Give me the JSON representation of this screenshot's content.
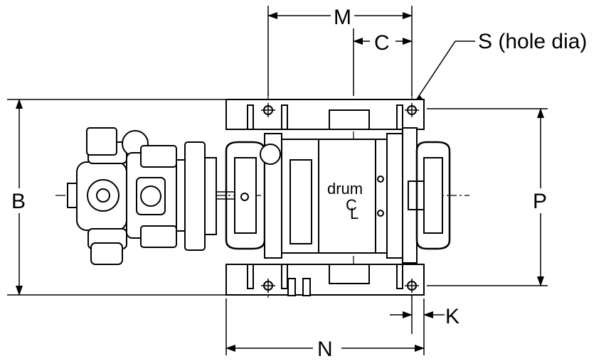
{
  "dimensions": {
    "m": "M",
    "c": "C",
    "s": "S (hole dia)",
    "b": "B",
    "p": "P",
    "k": "K",
    "n": "N"
  },
  "centerline": {
    "drum": "drum",
    "mark": "C",
    "mark_sub": "L"
  }
}
